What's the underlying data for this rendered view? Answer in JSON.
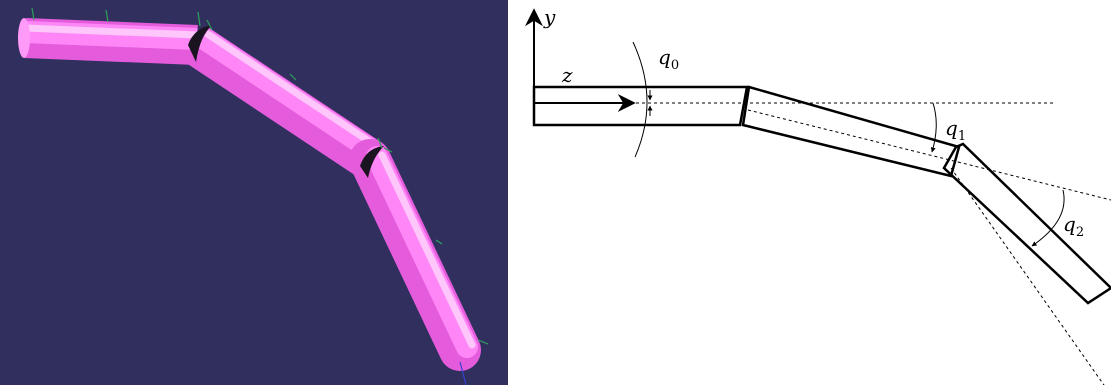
{
  "render": {
    "background": "#302f5e",
    "tube_color": "#ff7cf6",
    "tick_color": "#2fa05a"
  },
  "schematic": {
    "axis_y_label": "y",
    "axis_z_label": "z",
    "joints": [
      {
        "symbol": "q",
        "index": "0"
      },
      {
        "symbol": "q",
        "index": "1"
      },
      {
        "symbol": "q",
        "index": "2"
      }
    ]
  }
}
